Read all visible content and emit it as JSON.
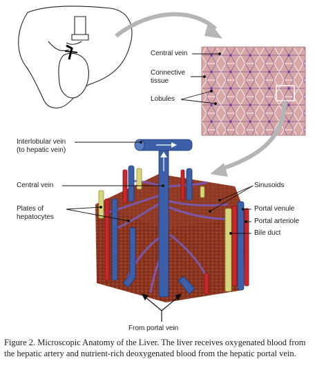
{
  "labels": {
    "central_vein_top": "Central vein",
    "connective_tissue_l1": "Connective",
    "connective_tissue_l2": "tissue",
    "lobules": "Lobules",
    "interlobular_vein_l1": "Interlobular vein",
    "interlobular_vein_l2": "(to hepatic vein)",
    "central_vein_block": "Central vein",
    "plates_l1": "Plates of",
    "plates_l2": "hepatocytes",
    "sinusoids": "Sinusoids",
    "portal_venule": "Portal venule",
    "portal_arteriole": "Portal arteriole",
    "bile_duct": "Bile duct",
    "from_portal_vein": "From portal vein"
  },
  "caption": "Figure 2. Microscopic Anatomy of the Liver. The liver receives oxygenated blood from the hepatic artery and nutrient-rich deoxygenated blood from the hepatic portal vein.",
  "colors": {
    "vein_blue": "#3d5fa8",
    "artery_red": "#c8282c",
    "bile_yellow": "#d8d67a",
    "tissue_brown": "#8c3a22",
    "lobule_pink": "#d8a7a7",
    "arrow_gray": "#b5b5b5"
  }
}
